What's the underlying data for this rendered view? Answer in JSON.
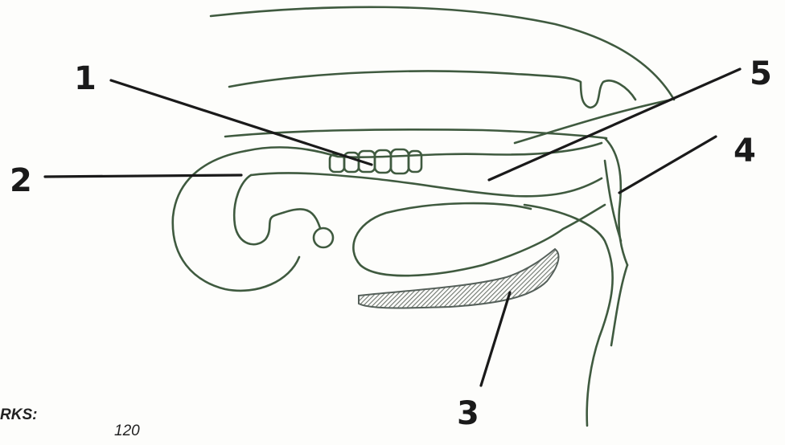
{
  "labels": {
    "l1": "1",
    "l2": "2",
    "l3": "3",
    "l4": "4",
    "l5": "5"
  },
  "footer": {
    "marks_label": "RKS:",
    "code": "120"
  },
  "colors": {
    "outline": "#3f5a3f",
    "pointer": "#1a1a1a",
    "shading": "#8a8f8a"
  }
}
